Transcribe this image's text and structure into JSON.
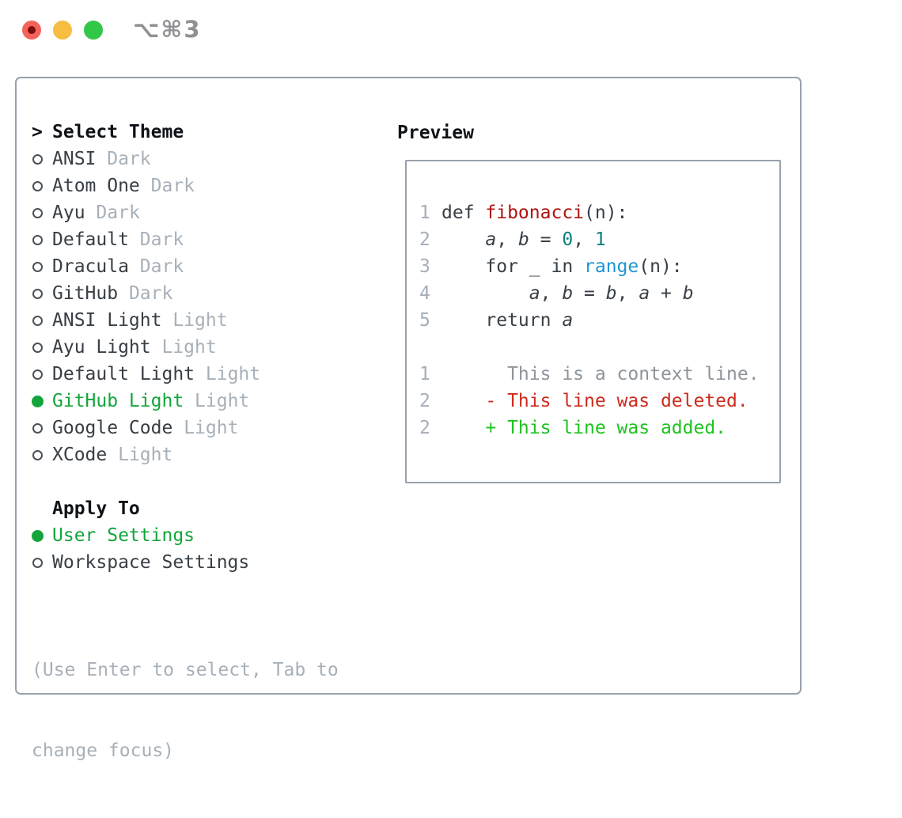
{
  "window": {
    "title": "⌥⌘3"
  },
  "colors": {
    "accent_green": "#13a53c",
    "muted_gray": "#a7b0b9",
    "item_text": "#373e45",
    "header_black": "#0f1318",
    "panel_border": "#98a1ac",
    "line_number_gray": "#a5aeb9",
    "syntax_function_red": "#ad1410",
    "syntax_literal_teal": "#0f807d",
    "syntax_call_blue": "#1d96d4",
    "diff_context_gray": "#8d949b",
    "diff_deleted_red": "#cd2b1d",
    "diff_added_green": "#1ec31f",
    "traffic_red": "#f4635b",
    "traffic_yellow": "#f6bd40",
    "traffic_green": "#33c748"
  },
  "theme_picker": {
    "prompt": ">",
    "header": "Select Theme",
    "themes": [
      {
        "label": "ANSI",
        "tag": "Dark",
        "selected": false
      },
      {
        "label": "Atom One",
        "tag": "Dark",
        "selected": false
      },
      {
        "label": "Ayu",
        "tag": "Dark",
        "selected": false
      },
      {
        "label": "Default",
        "tag": "Dark",
        "selected": false
      },
      {
        "label": "Dracula",
        "tag": "Dark",
        "selected": false
      },
      {
        "label": "GitHub",
        "tag": "Dark",
        "selected": false
      },
      {
        "label": "ANSI Light",
        "tag": "Light",
        "selected": false
      },
      {
        "label": "Ayu Light",
        "tag": "Light",
        "selected": false
      },
      {
        "label": "Default Light",
        "tag": "Light",
        "selected": false
      },
      {
        "label": "GitHub Light",
        "tag": "Light",
        "selected": true
      },
      {
        "label": "Google Code",
        "tag": "Light",
        "selected": false
      },
      {
        "label": "XCode",
        "tag": "Light",
        "selected": false
      }
    ],
    "apply_to": {
      "header": "Apply To",
      "options": [
        {
          "label": "User Settings",
          "selected": true
        },
        {
          "label": "Workspace Settings",
          "selected": false
        }
      ]
    },
    "help_lines": [
      "(Use Enter to select, Tab to",
      "change focus)"
    ]
  },
  "preview": {
    "title": "Preview",
    "lines": [
      {
        "num": "1",
        "tokens": [
          {
            "text": "def ",
            "style": "code"
          },
          {
            "text": "fibonacci",
            "style": "func"
          },
          {
            "text": "(n):",
            "style": "code"
          }
        ]
      },
      {
        "num": "2",
        "tokens": [
          {
            "text": "    ",
            "style": "code"
          },
          {
            "text": "a",
            "style": "var"
          },
          {
            "text": ", ",
            "style": "code"
          },
          {
            "text": "b",
            "style": "var"
          },
          {
            "text": " = ",
            "style": "code"
          },
          {
            "text": "0",
            "style": "lit"
          },
          {
            "text": ", ",
            "style": "code"
          },
          {
            "text": "1",
            "style": "lit"
          }
        ]
      },
      {
        "num": "3",
        "tokens": [
          {
            "text": "    for _ in ",
            "style": "code"
          },
          {
            "text": "range",
            "style": "call"
          },
          {
            "text": "(n):",
            "style": "code"
          }
        ]
      },
      {
        "num": "4",
        "tokens": [
          {
            "text": "        ",
            "style": "code"
          },
          {
            "text": "a",
            "style": "var"
          },
          {
            "text": ", ",
            "style": "code"
          },
          {
            "text": "b",
            "style": "var"
          },
          {
            "text": " = ",
            "style": "code"
          },
          {
            "text": "b",
            "style": "var"
          },
          {
            "text": ", ",
            "style": "code"
          },
          {
            "text": "a",
            "style": "var"
          },
          {
            "text": " + ",
            "style": "code"
          },
          {
            "text": "b",
            "style": "var"
          }
        ]
      },
      {
        "num": "5",
        "tokens": [
          {
            "text": "    return ",
            "style": "code"
          },
          {
            "text": "a",
            "style": "var"
          }
        ]
      },
      {
        "num": "",
        "tokens": []
      },
      {
        "num": "1",
        "tokens": [
          {
            "text": "      This is a context line.",
            "style": "ctx"
          }
        ]
      },
      {
        "num": "2",
        "tokens": [
          {
            "text": "    - This line was deleted.",
            "style": "del"
          }
        ]
      },
      {
        "num": "2",
        "tokens": [
          {
            "text": "    + This line was added.",
            "style": "add"
          }
        ]
      }
    ]
  }
}
